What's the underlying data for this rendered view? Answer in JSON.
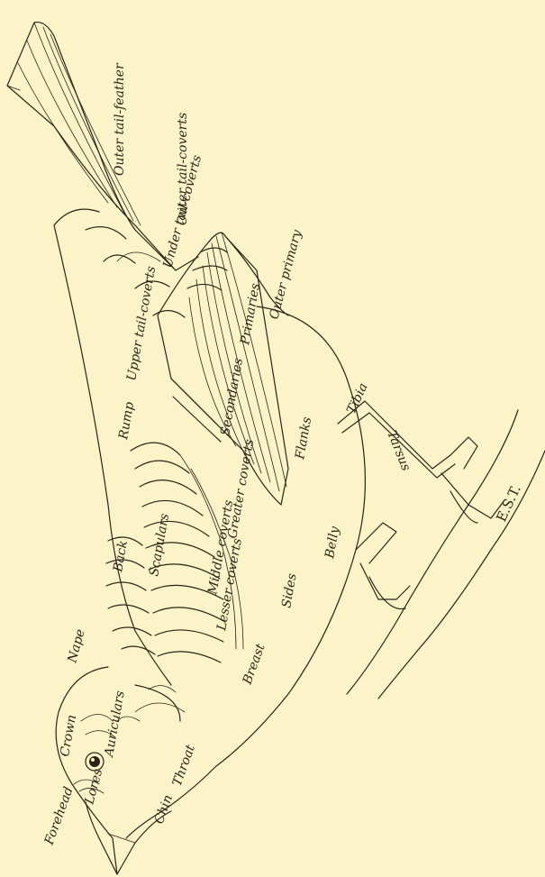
{
  "figure": {
    "background": "#fbf4c9",
    "ink": "#2a2418",
    "labels": {
      "outer_tail_feather": "Outer tail-feather",
      "outer_tail_coverts": "Outer tail-coverts",
      "under_tail_coverts": "Under tail-coverts",
      "outer_primary": "Outer primary",
      "upper_tail_coverts": "Upper tail-coverts",
      "primaries": "Primaries",
      "rump": "Rump",
      "secondaries": "Secondaries",
      "tibia": "Tibia",
      "tarsus": "Tarsus",
      "flanks": "Flanks",
      "back": "Back",
      "scapulars": "Scapulars",
      "greater_coverts": "Greater coverts",
      "middle_coverts": "Middle coverts",
      "lesser_coverts": "Lesser coverts",
      "belly": "Belly",
      "sides": "Sides",
      "nape": "Nape",
      "breast": "Breast",
      "auriculars": "Auriculars",
      "crown": "Crown",
      "throat": "Throat",
      "lores": "Lores",
      "forehead": "Forehead",
      "chin": "Chin"
    },
    "signature": "E.S.T."
  }
}
